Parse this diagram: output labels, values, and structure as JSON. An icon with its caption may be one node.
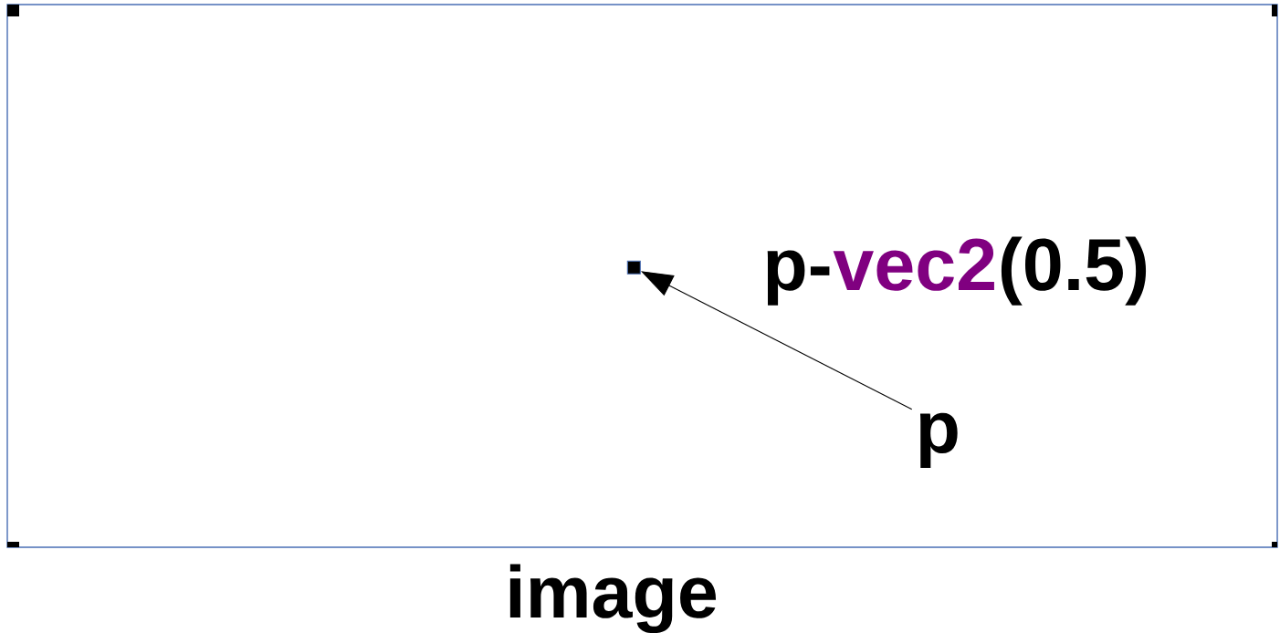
{
  "diagram": {
    "nodes": [
      {
        "text": [
          "image"
        ]
      },
      {
        "text": [],
        "shape": "box",
        "in": 0
      },
      {
        "text": [
          "p"
        ],
        "in": 0
      }
    ],
    "edges": [
      {
        "from": 2,
        "to": 1,
        "arrow": "to"
      }
    ],
    "labels": [
      "p-",
      "vec2",
      "(0.5)"
    ]
  }
}
